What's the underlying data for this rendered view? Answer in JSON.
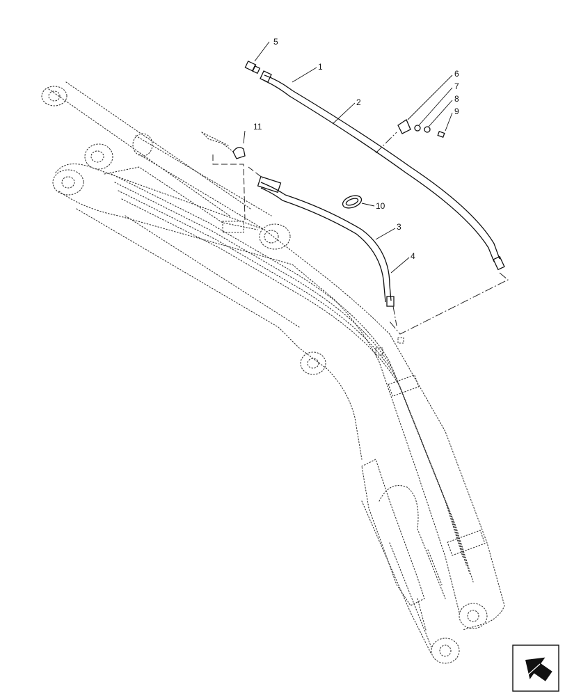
{
  "callouts": [
    {
      "id": "c1",
      "label": "1"
    },
    {
      "id": "c2",
      "label": "2"
    },
    {
      "id": "c3",
      "label": "3"
    },
    {
      "id": "c4",
      "label": "4"
    },
    {
      "id": "c5",
      "label": "5"
    },
    {
      "id": "c6",
      "label": "6"
    },
    {
      "id": "c7",
      "label": "7"
    },
    {
      "id": "c8",
      "label": "8"
    },
    {
      "id": "c9",
      "label": "9"
    },
    {
      "id": "c10",
      "label": "10"
    },
    {
      "id": "c11",
      "label": "11"
    }
  ],
  "nav_icon": {
    "name": "view-direction-arrow-icon"
  }
}
